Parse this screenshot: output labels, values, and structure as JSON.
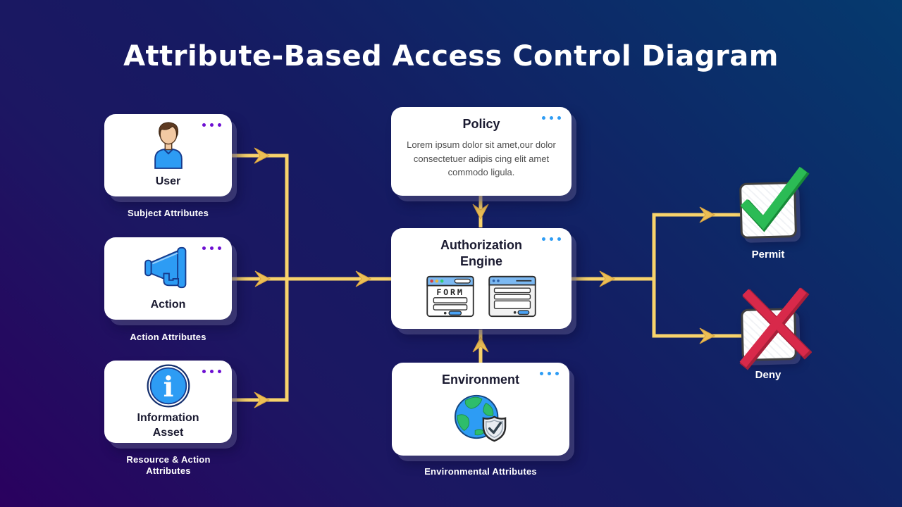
{
  "title": "Attribute-Based Access Control Diagram",
  "colors": {
    "background_bottom_left": "#2a015f",
    "background_mid": "#161a62",
    "background_top_right": "#053a6e",
    "connector_line": "#f8d36b",
    "arrowhead": "#ecbf55",
    "card": "#ffffff",
    "left_menu_dots": "#6d0fd2",
    "center_menu_dots": "#2d9cf4",
    "icon_blue": "#2d9cf4",
    "permit_green": "#29b551",
    "deny_red": "#d8294a",
    "title_text": "#ffffff",
    "card_title_text": "#1a1a30",
    "card_body_text": "#4e4e4e"
  },
  "nodes": {
    "user": {
      "title": "User",
      "caption": "Subject Attributes",
      "icon": "user-person",
      "menu_icon": "kebab-menu-dots"
    },
    "action": {
      "title": "Action",
      "caption": "Action Attributes",
      "icon": "megaphone",
      "menu_icon": "kebab-menu-dots"
    },
    "information_asset": {
      "title": "Information Asset",
      "caption": "Resource & Action Attributes",
      "icon": "info-circle",
      "menu_icon": "kebab-menu-dots"
    },
    "policy": {
      "title": "Policy",
      "body": "Lorem ipsum dolor sit amet,our dolor consectetuer adipis cing elit amet commodo ligula.",
      "menu_icon": "kebab-menu-dots"
    },
    "authorization_engine": {
      "title": "Authorization Engine",
      "form_label": "FORM",
      "icons": [
        "form-window",
        "browser-window"
      ],
      "menu_icon": "kebab-menu-dots"
    },
    "environment": {
      "title": "Environment",
      "caption": "Environmental Attributes",
      "icon": "globe-shield",
      "menu_icon": "kebab-menu-dots"
    },
    "permit": {
      "label": "Permit",
      "icon": "green-checkmark"
    },
    "deny": {
      "label": "Deny",
      "icon": "red-cross"
    }
  }
}
